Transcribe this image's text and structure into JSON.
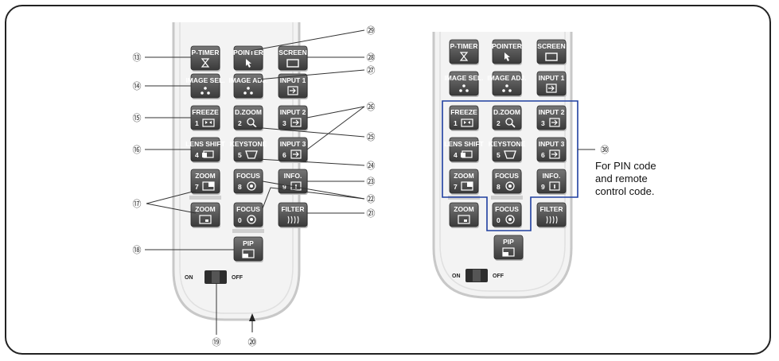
{
  "remote_buttons": [
    {
      "id": "p-timer",
      "label": "P-TIMER",
      "num": "",
      "icon": "hourglass-icon"
    },
    {
      "id": "pointer",
      "label": "POINTER",
      "num": "",
      "icon": "pointer-arrow-icon"
    },
    {
      "id": "screen",
      "label": "SCREEN",
      "num": "",
      "icon": "screen-rect-icon"
    },
    {
      "id": "image-sel",
      "label": "IMAGE SEL.",
      "num": "",
      "icon": "dots-icon"
    },
    {
      "id": "image-adj",
      "label": "IMAGE ADJ.",
      "num": "",
      "icon": "dots-icon"
    },
    {
      "id": "input1",
      "label": "INPUT 1",
      "num": "",
      "icon": "input-arrow-icon"
    },
    {
      "id": "freeze",
      "label": "FREEZE",
      "num": "1",
      "icon": "freeze-icon"
    },
    {
      "id": "dzoom",
      "label": "D.ZOOM",
      "num": "2",
      "icon": "magnifier-icon"
    },
    {
      "id": "input2",
      "label": "INPUT 2",
      "num": "3",
      "icon": "input-arrow-icon"
    },
    {
      "id": "lens-shift",
      "label": "LENS SHIFT",
      "num": "4",
      "icon": "lens-shift-icon"
    },
    {
      "id": "keystone",
      "label": "KEYSTONE",
      "num": "5",
      "icon": "keystone-icon"
    },
    {
      "id": "input3",
      "label": "INPUT 3",
      "num": "6",
      "icon": "input-arrow-icon"
    },
    {
      "id": "zoom-up",
      "label": "ZOOM",
      "num": "7",
      "icon": "zoom-up-icon"
    },
    {
      "id": "focus-up",
      "label": "FOCUS",
      "num": "8",
      "icon": "focus-icon"
    },
    {
      "id": "info",
      "label": "INFO.",
      "num": "9",
      "icon": "info-icon"
    },
    {
      "id": "zoom-down",
      "label": "ZOOM",
      "num": "",
      "icon": "zoom-down-icon"
    },
    {
      "id": "focus-down",
      "label": "FOCUS",
      "num": "0",
      "icon": "focus-icon"
    },
    {
      "id": "filter",
      "label": "FILTER",
      "num": "",
      "icon": "filter-icon"
    },
    {
      "id": "pip",
      "label": "PIP",
      "num": "",
      "icon": "pip-icon"
    }
  ],
  "switch": {
    "on_label": "ON",
    "off_label": "OFF"
  },
  "callouts": [
    {
      "num": "⑬",
      "target": "p-timer",
      "side": "left"
    },
    {
      "num": "⑭",
      "target": "image-sel",
      "side": "left"
    },
    {
      "num": "⑮",
      "target": "freeze",
      "side": "left"
    },
    {
      "num": "⑯",
      "target": "lens-shift",
      "side": "left"
    },
    {
      "num": "⑰",
      "target": "zoom",
      "side": "left"
    },
    {
      "num": "⑱",
      "target": "pip",
      "side": "left"
    },
    {
      "num": "⑲",
      "target": "switch",
      "side": "bottom"
    },
    {
      "num": "⑳",
      "target": "ir-emitter",
      "side": "bottom"
    },
    {
      "num": "㉑",
      "target": "filter",
      "side": "right"
    },
    {
      "num": "㉒",
      "target": "focus",
      "side": "right"
    },
    {
      "num": "㉓",
      "target": "info",
      "side": "right"
    },
    {
      "num": "㉔",
      "target": "keystone",
      "side": "right"
    },
    {
      "num": "㉕",
      "target": "dzoom",
      "side": "right"
    },
    {
      "num": "㉖",
      "target": "input",
      "side": "right"
    },
    {
      "num": "㉗",
      "target": "image-adj",
      "side": "right"
    },
    {
      "num": "㉘",
      "target": "screen",
      "side": "right"
    },
    {
      "num": "㉙",
      "target": "pointer",
      "side": "right"
    }
  ],
  "pin_callout": {
    "num": "㉚",
    "lines": [
      "For PIN code",
      "and remote",
      "control code."
    ]
  },
  "colors": {
    "button_dark": "#4a4a4a",
    "button_top": "#6a6a6a",
    "body": "#f1f1f1",
    "body_edge": "#cccccc",
    "highlight_box": "#1f3fa0",
    "line": "#333333"
  }
}
